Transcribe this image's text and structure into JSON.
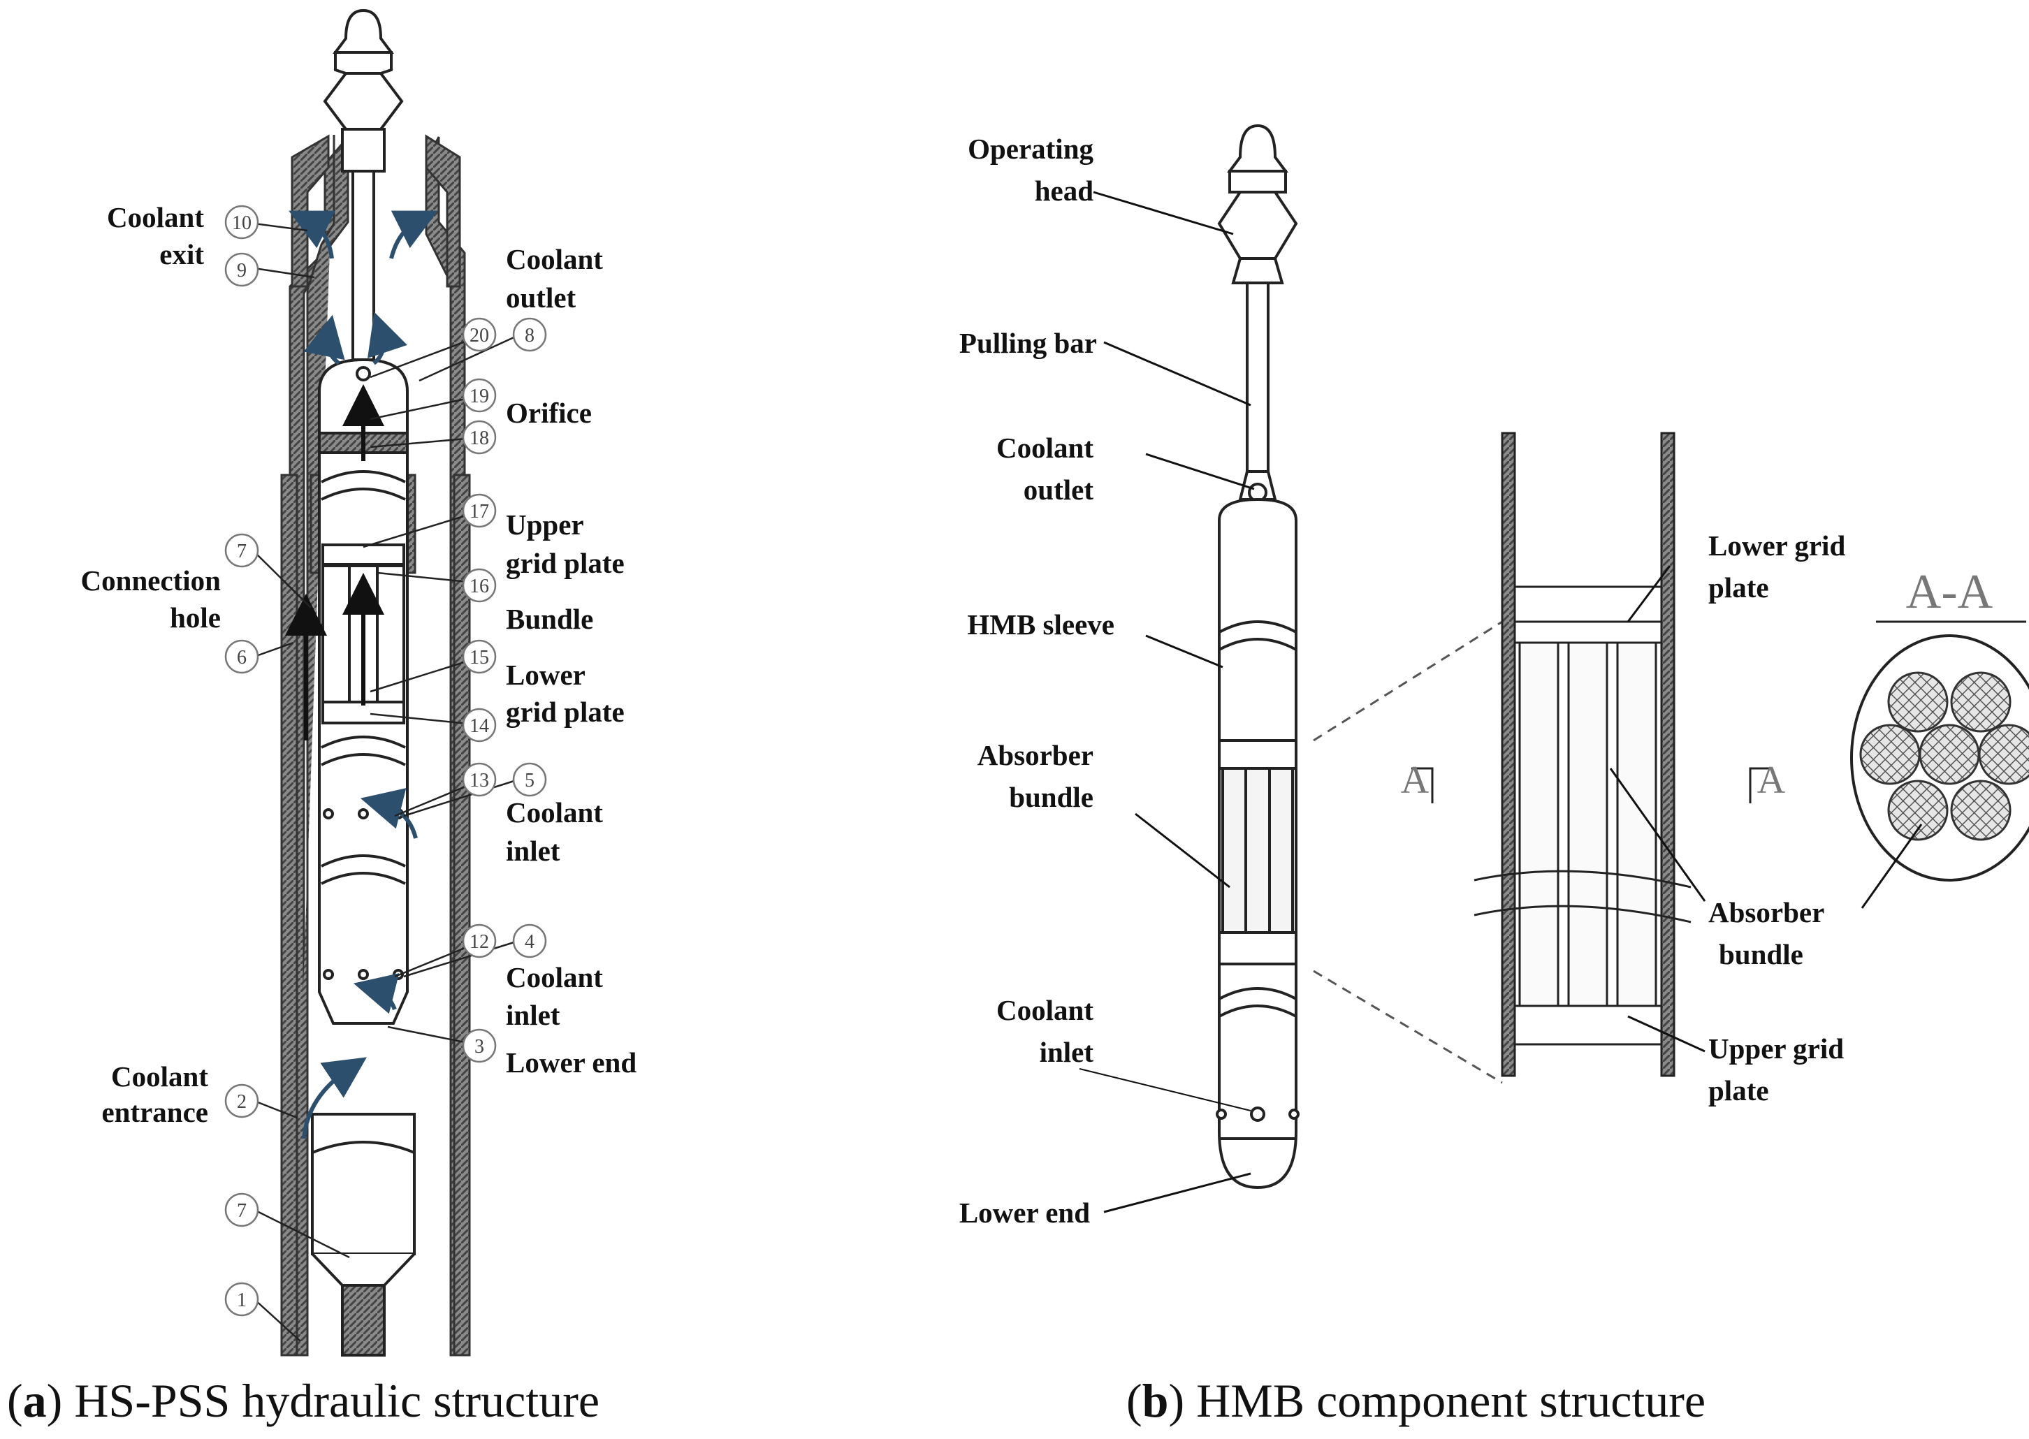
{
  "panel_a": {
    "caption_letter": "a",
    "caption_text": " HS-PSS hydraulic structure",
    "labels": {
      "coolant_exit": [
        "Coolant",
        "exit"
      ],
      "coolant_outlet": [
        "Coolant",
        "outlet"
      ],
      "orifice": "Orifice",
      "upper_grid_plate": [
        "Upper",
        "grid plate"
      ],
      "connection_hole": [
        "Connection",
        "hole"
      ],
      "bundle": "Bundle",
      "lower_grid_plate": [
        "Lower",
        "grid plate"
      ],
      "coolant_inlet_1": [
        "Coolant",
        "inlet"
      ],
      "coolant_inlet_2": [
        "Coolant",
        "inlet"
      ],
      "lower_end": "Lower end",
      "coolant_entrance": [
        "Coolant",
        "entrance"
      ]
    },
    "numbers": {
      "n10": "10",
      "n9": "9",
      "n20": "20",
      "n8": "8",
      "n19": "19",
      "n18": "18",
      "n17": "17",
      "n7a": "7",
      "n16": "16",
      "n6": "6",
      "n15": "15",
      "n14": "14",
      "n13": "13",
      "n5": "5",
      "n12": "12",
      "n4": "4",
      "n3": "3",
      "n2": "2",
      "n7b": "7",
      "n1": "1"
    }
  },
  "panel_b": {
    "caption_letter": "b",
    "caption_text": " HMB component structure",
    "labels": {
      "operating_head": [
        "Operating",
        "head"
      ],
      "pulling_bar": "Pulling bar",
      "coolant_outlet": [
        "Coolant",
        "outlet"
      ],
      "hmb_sleeve": "HMB sleeve",
      "absorber_bundle": [
        "Absorber",
        "bundle"
      ],
      "coolant_inlet": [
        "Coolant",
        "inlet"
      ],
      "lower_end": "Lower end",
      "lower_grid_plate": [
        "Lower grid",
        "plate"
      ],
      "absorber_bundle_detail": [
        "Absorber",
        "bundle"
      ],
      "upper_grid_plate": [
        "Upper grid",
        "plate"
      ],
      "section": "A-A",
      "section_mark_left": "A",
      "section_mark_right": "A"
    }
  },
  "colors": {
    "wall": "#555555",
    "arrow": "#2d4f6e",
    "line": "#222222"
  }
}
